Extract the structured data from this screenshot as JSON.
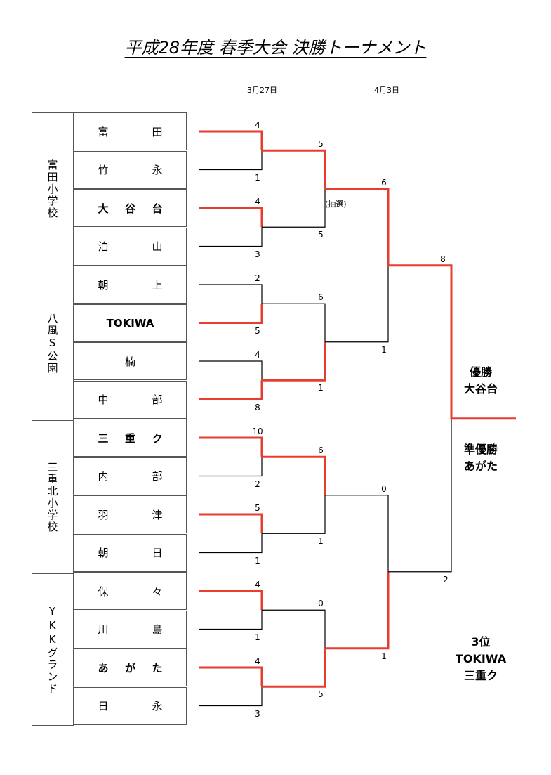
{
  "title": "平成28年度 春季大会 決勝トーナメント",
  "dates": {
    "round1": "3月27日",
    "round3": "4月3日"
  },
  "venues": [
    {
      "name": "富田小学校"
    },
    {
      "name": "八風S公園"
    },
    {
      "name": "三重北小学校"
    },
    {
      "name": "YKKグランド"
    }
  ],
  "teams": [
    {
      "name": "富田"
    },
    {
      "name": "竹永"
    },
    {
      "name": "大谷台",
      "bold": true
    },
    {
      "name": "泊山"
    },
    {
      "name": "朝上"
    },
    {
      "name": "TOKIWA",
      "bold": true
    },
    {
      "name": "楠"
    },
    {
      "name": "中部"
    },
    {
      "name": "三重ク",
      "bold": true
    },
    {
      "name": "内部"
    },
    {
      "name": "羽津"
    },
    {
      "name": "朝日"
    },
    {
      "name": "保々"
    },
    {
      "name": "川島"
    },
    {
      "name": "あがた",
      "bold": true
    },
    {
      "name": "日永"
    }
  ],
  "round1_scores": [
    "4",
    "1",
    "4",
    "3",
    "2",
    "5",
    "4",
    "8",
    "10",
    "2",
    "5",
    "1",
    "4",
    "1",
    "4",
    "3"
  ],
  "round2_scores": [
    "5",
    "5",
    "6",
    "1",
    "6",
    "1",
    "0",
    "5"
  ],
  "round3_scores": [
    "6",
    "1",
    "0",
    "1"
  ],
  "final_scores": [
    "8",
    "2"
  ],
  "note": "(抽選)",
  "colors": {
    "winner_line": "#e53e30",
    "loser_line": "#000000"
  },
  "results": {
    "champion_label": "優勝",
    "champion": "大谷台",
    "runnerup_label": "準優勝",
    "runnerup": "あがた",
    "third_label": "3位",
    "third_1": "TOKIWA",
    "third_2": "三重ク"
  }
}
